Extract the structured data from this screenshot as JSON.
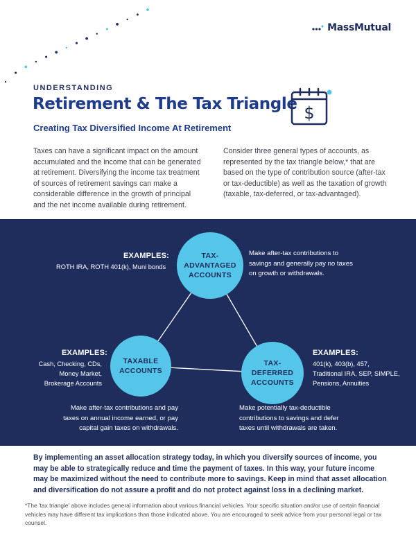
{
  "brand": {
    "name": "MassMutual",
    "accent": "#55c6ea",
    "navy": "#1f2d5c",
    "blue": "#1f3c8a"
  },
  "header": {
    "eyebrow": "UNDERSTANDING",
    "title": "Retirement & The Tax Triangle",
    "subtitle": "Creating Tax Diversified Income At Retirement"
  },
  "icons": {
    "logo": "dots-logo-icon",
    "calendar": "calendar-dollar-icon"
  },
  "intro": {
    "left": "Taxes can have a significant impact on the amount accumulated and the income that can be generated at retirement. Diversifying the income tax treatment of sources of retirement savings can make a considerable difference in the growth of principal and the net income available during retirement.",
    "right": "Consider three general types of accounts, as represented by the tax triangle below,* that are based on the type of contribution source (after-tax or tax-deductible) as well as the taxation of growth (taxable, tax-deferred, or tax-advantaged)."
  },
  "triangle": {
    "tax_advantaged": {
      "name_l1": "TAX-",
      "name_l2": "ADVANTAGED",
      "name_l3": "ACCOUNTS",
      "examples_title": "EXAMPLES:",
      "examples_l1": "ROTH IRA, ROTH 401(k), Muni bonds",
      "desc_l1": "Make after-tax contributions to",
      "desc_l2": "savings and generally pay no taxes",
      "desc_l3": "on growth or withdrawals."
    },
    "taxable": {
      "name_l1": "TAXABLE",
      "name_l2": "ACCOUNTS",
      "examples_title": "EXAMPLES:",
      "examples_l1": "Cash, Checking, CDs,",
      "examples_l2": "Money Market,",
      "examples_l3": "Brokerage Accounts",
      "desc_l1": "Make after-tax contributions and pay",
      "desc_l2": "taxes on annual income earned, or pay",
      "desc_l3": "capital gain taxes on withdrawals."
    },
    "tax_deferred": {
      "name_l1": "TAX-",
      "name_l2": "DEFERRED",
      "name_l3": "ACCOUNTS",
      "examples_title": "EXAMPLES:",
      "examples_l1": "401(k), 403(b), 457,",
      "examples_l2": "Traditional IRA, SEP, SIMPLE,",
      "examples_l3": "Pensions, Annuities",
      "desc_l1": "Make potentially tax-deductible",
      "desc_l2": "contributions to savings and defer",
      "desc_l3": "taxes until withdrawals are taken."
    }
  },
  "conclusion": "By implementing an asset allocation strategy today, in which you diversify sources of income, you may be able to strategically reduce and time the payment of taxes. In this way, your future income may be maximized without the need to contribute more to savings. Keep in mind that asset allocation and diversification do not assure a profit and do not protect against loss in a declining market.",
  "footnote": "*The 'tax triangle' above includes general information about various financial vehicles. Your specific situation and/or use of certain financial vehicles may have different tax implications than those indicated above. You are encouraged to seek advice from your personal legal or tax counsel."
}
